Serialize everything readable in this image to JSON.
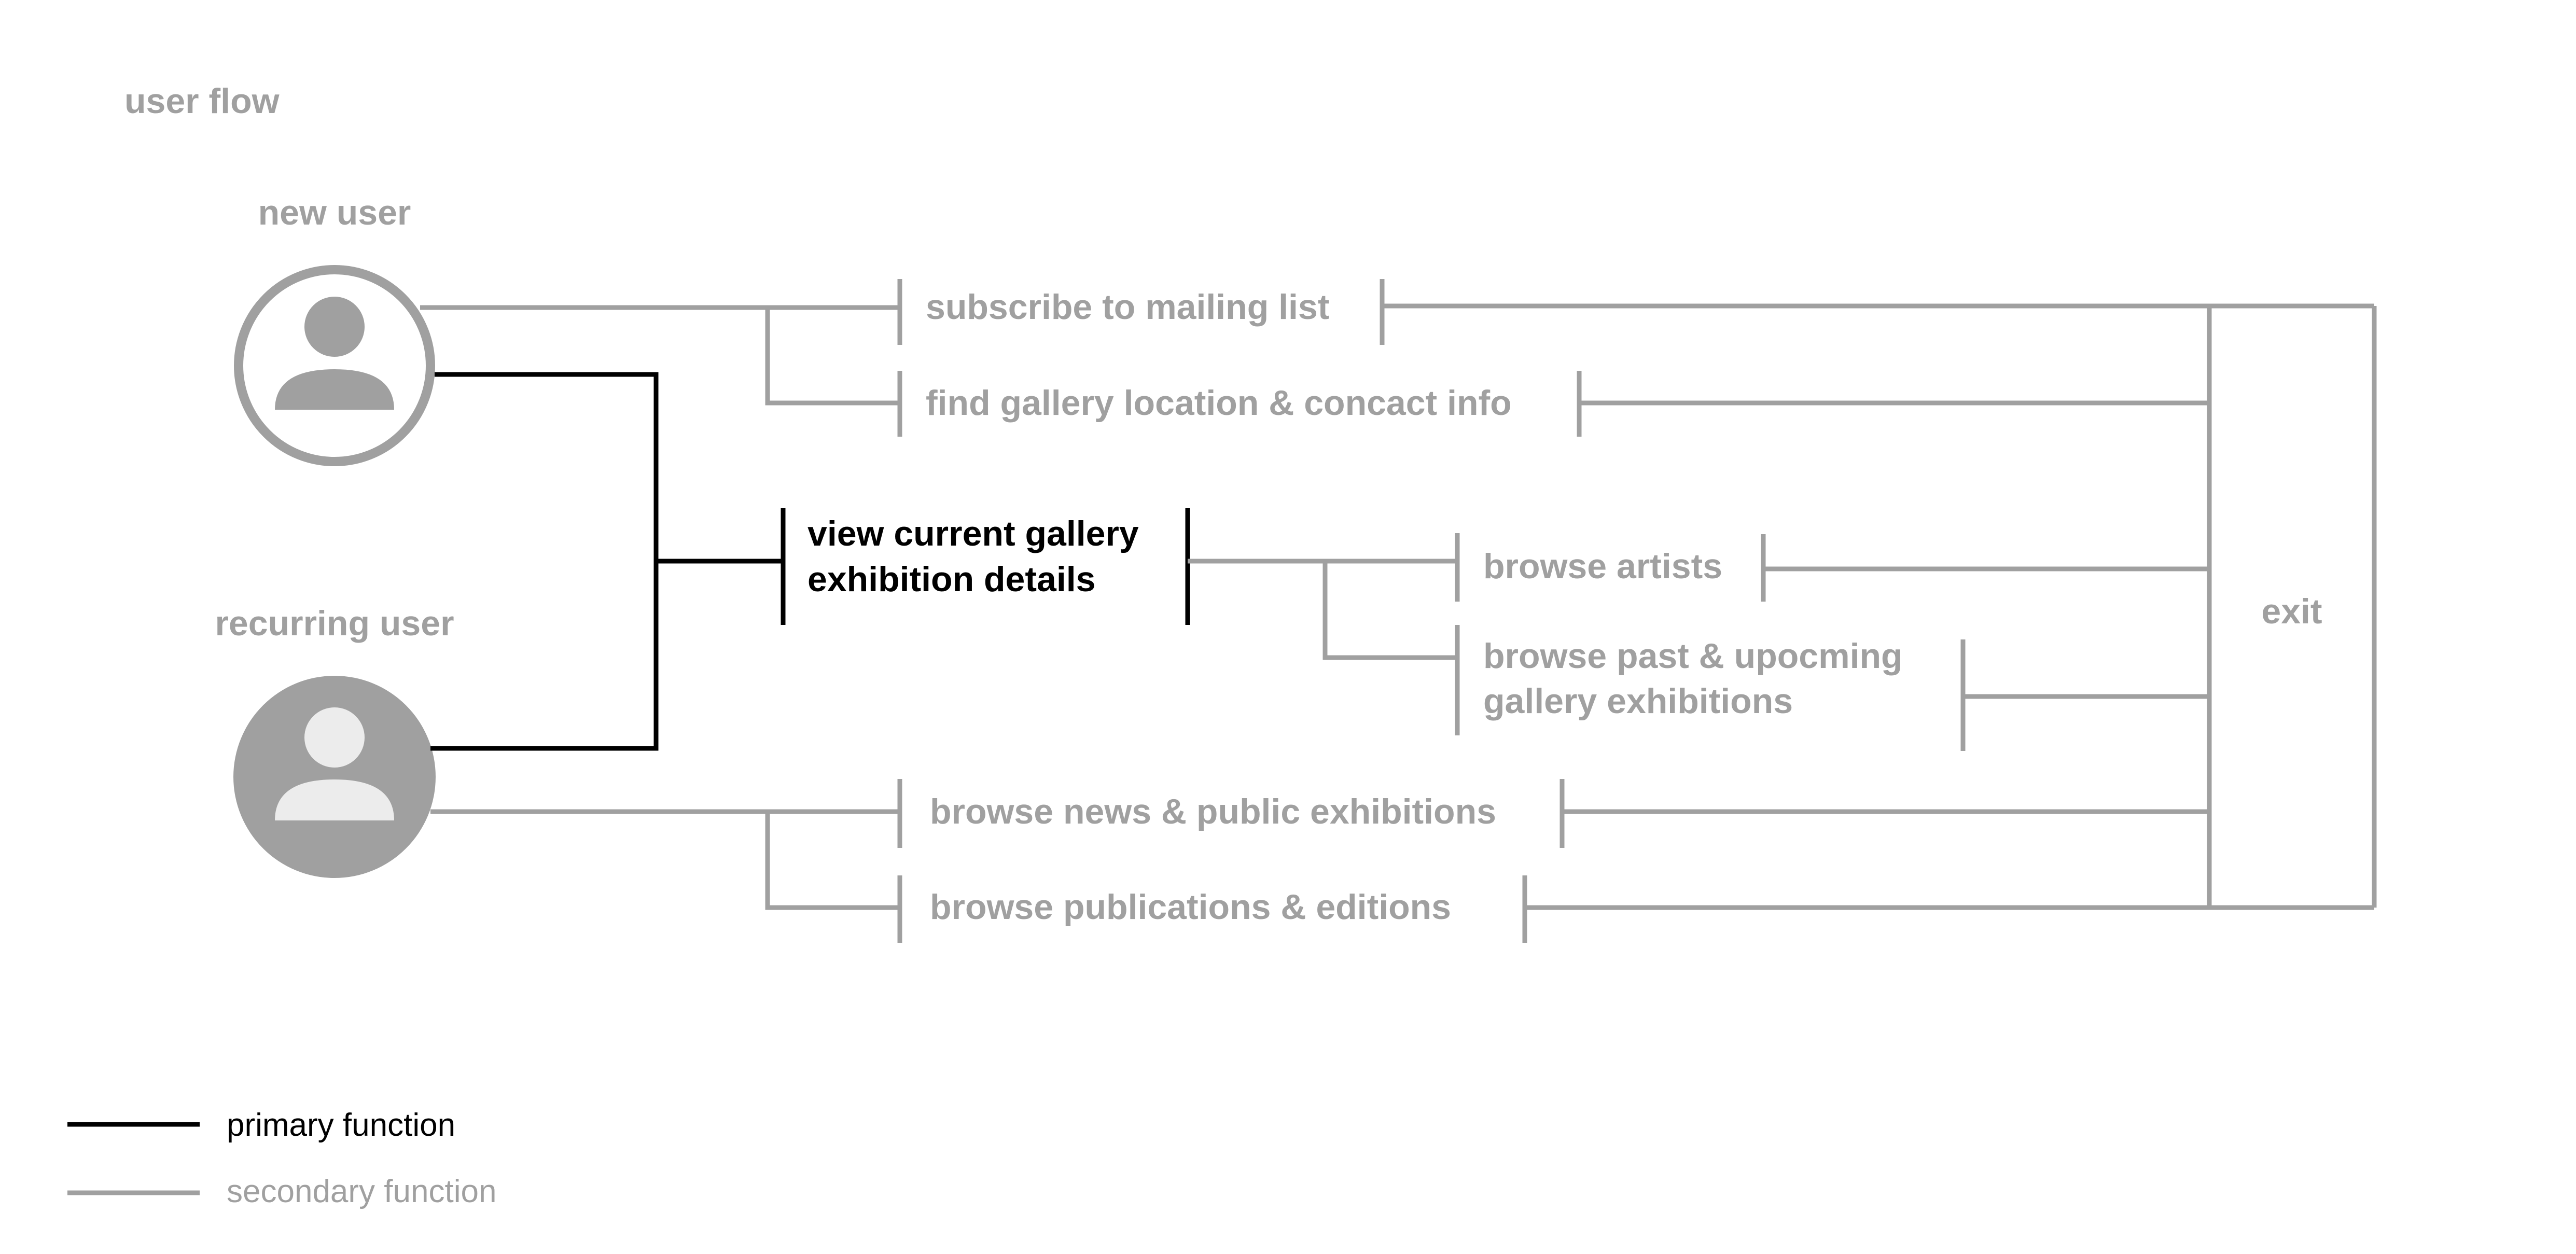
{
  "title": "user flow",
  "users": {
    "new_user": "new user",
    "recurring_user": "recurring user"
  },
  "primary_action": {
    "line1": "view current gallery",
    "line2": "exhibition details"
  },
  "secondary_actions": {
    "subscribe": "subscribe to mailing list",
    "find_gallery": "find gallery location & concact info",
    "browse_artists": "browse artists",
    "browse_past_line1": "browse past & upocming",
    "browse_past_line2": "gallery exhibitions",
    "browse_news": "browse news & public exhibitions",
    "browse_publications": "browse publications & editions"
  },
  "exit": "exit",
  "legend": {
    "primary": "primary function",
    "secondary": "secondary function"
  },
  "colors": {
    "primary": "#000000",
    "secondary": "#a0a0a0",
    "new_user_icon": "#a0a0a0",
    "recurring_user_fill": "#a0a0a0",
    "recurring_user_icon": "#ececec"
  },
  "icons": {
    "new_user": "person-outline-icon",
    "recurring_user": "person-filled-icon"
  }
}
